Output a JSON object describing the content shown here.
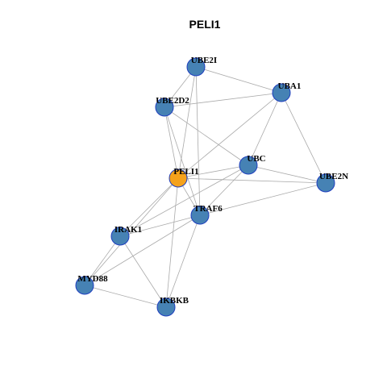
{
  "title": "PELI1",
  "colors": {
    "focus_node": "#f5a21b",
    "other_node": "#4682b4",
    "node_border": "#1f3fbf",
    "edge": "#aaaaaa"
  },
  "nodes": [
    {
      "id": "PELI1",
      "label": "PELI1",
      "focus": true
    },
    {
      "id": "UBE2I",
      "label": "UBE2I",
      "focus": false
    },
    {
      "id": "UBA1",
      "label": "UBA1",
      "focus": false
    },
    {
      "id": "UBE2D2",
      "label": "UBE2D2",
      "focus": false
    },
    {
      "id": "UBC",
      "label": "UBC",
      "focus": false
    },
    {
      "id": "UBE2N",
      "label": "UBE2N",
      "focus": false
    },
    {
      "id": "TRAF6",
      "label": "TRAF6",
      "focus": false
    },
    {
      "id": "IRAK1",
      "label": "IRAK1",
      "focus": false
    },
    {
      "id": "MYD88",
      "label": "MYD88",
      "focus": false
    },
    {
      "id": "IKBKB",
      "label": "IKBKB",
      "focus": false
    }
  ],
  "edges": [
    [
      "UBE2I",
      "UBA1"
    ],
    [
      "UBE2I",
      "UBE2D2"
    ],
    [
      "UBE2I",
      "PELI1"
    ],
    [
      "UBE2I",
      "TRAF6"
    ],
    [
      "UBA1",
      "UBE2D2"
    ],
    [
      "UBA1",
      "UBC"
    ],
    [
      "UBA1",
      "UBE2N"
    ],
    [
      "UBA1",
      "PELI1"
    ],
    [
      "UBE2D2",
      "UBC"
    ],
    [
      "UBE2D2",
      "PELI1"
    ],
    [
      "UBE2D2",
      "TRAF6"
    ],
    [
      "UBC",
      "UBE2N"
    ],
    [
      "UBC",
      "PELI1"
    ],
    [
      "UBC",
      "TRAF6"
    ],
    [
      "UBC",
      "IRAK1"
    ],
    [
      "UBE2N",
      "PELI1"
    ],
    [
      "UBE2N",
      "TRAF6"
    ],
    [
      "PELI1",
      "TRAF6"
    ],
    [
      "PELI1",
      "IRAK1"
    ],
    [
      "PELI1",
      "MYD88"
    ],
    [
      "PELI1",
      "IKBKB"
    ],
    [
      "TRAF6",
      "IRAK1"
    ],
    [
      "TRAF6",
      "MYD88"
    ],
    [
      "TRAF6",
      "IKBKB"
    ],
    [
      "IRAK1",
      "MYD88"
    ],
    [
      "IRAK1",
      "IKBKB"
    ],
    [
      "MYD88",
      "IKBKB"
    ]
  ]
}
